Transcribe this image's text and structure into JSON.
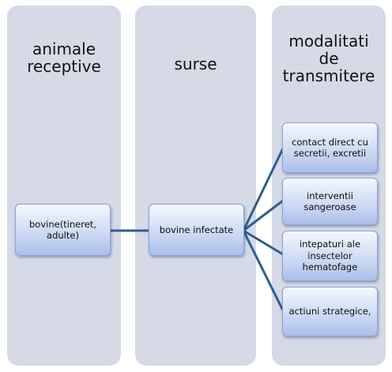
{
  "columns": [
    {
      "title": "animale\nreceptive",
      "nodes": [
        "bovine(tineret,\nadulte)"
      ]
    },
    {
      "title": "surse",
      "nodes": [
        "bovine infectate"
      ]
    },
    {
      "title": "modalitati\nde\ntransmitere",
      "nodes": [
        "contact direct cu\nsecretii, excretii",
        "interventii\nsangeroase",
        "intepaturi ale\ninsectelor\nhematofage",
        "actiuni strategice,"
      ]
    }
  ],
  "colors": {
    "column_bg": "#d6dae6",
    "connector": "#2e5e8f",
    "node_border": "#8aa4d8"
  }
}
